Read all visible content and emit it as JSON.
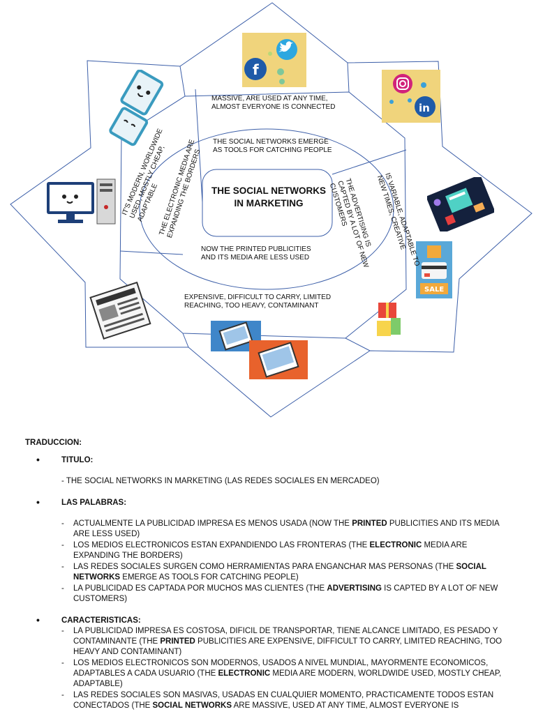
{
  "diagram": {
    "center_title": "THE SOCIAL NETWORKS IN MARKETING",
    "inner": {
      "top": "THE SOCIAL NETWORKS EMERGE AS TOOLS FOR CATCHING PEOPLE",
      "left": "THE ELECTRONIC MEDIA ARE EXPANDING THE BORDERS",
      "right": "THE ADVERTISING IS CAPTED BY A LOT OF NEW CUSTOMERS",
      "bottom": "NOW THE PRINTED PUBLICITIES AND ITS MEDIA ARE LESS USED"
    },
    "outer": {
      "top": "MASSIVE, ARE USED AT ANY TIME, ALMOST EVERYONE IS CONNECTED",
      "left": "IT'S MODERN, WORLDWIDE USED, MOSTLY CHEAP, ADAPTABLE",
      "right": "IS VARIABLE, ADAPTABLE TO NEW TIMES, CREATIVE",
      "bottom": "EXPENSIVE, DIFFICULT TO CARRY, LIMITED REACHING, TOO HEAVY, CONTAMINANT"
    },
    "icons": {
      "facebook_letter": "f",
      "linkedin_text": "in",
      "sale_label": "SALE"
    }
  },
  "doc": {
    "heading": "TRADUCCION:",
    "titulo_label": "TITULO:",
    "titulo_text": "- THE SOCIAL NETWORKS IN MARKETING (LAS REDES SOCIALES EN MERCADEO)",
    "palabras_label": "LAS PALABRAS:",
    "palabras": [
      {
        "pre": "ACTUALMENTE LA PUBLICIDAD IMPRESA ES MENOS USADA (NOW THE ",
        "bold": "PRINTED",
        "post": " PUBLICITIES AND ITS MEDIA ARE LESS USED)"
      },
      {
        "pre": "LOS MEDIOS ELECTRONICOS ESTAN EXPANDIENDO LAS FRONTERAS (THE ",
        "bold": "ELECTRONIC",
        "post": " MEDIA ARE EXPANDING THE BORDERS)"
      },
      {
        "pre": "LAS REDES SOCIALES SURGEN COMO HERRAMIENTAS PARA ENGANCHAR MAS PERSONAS (THE ",
        "bold": "SOCIAL NETWORKS",
        "post": " EMERGE AS TOOLS FOR CATCHING PEOPLE)"
      },
      {
        "pre": "LA PUBLICIDAD ES CAPTADA POR MUCHOS MAS CLIENTES (THE ",
        "bold": "ADVERTISING",
        "post": " IS CAPTED BY A LOT OF NEW CUSTOMERS)"
      }
    ],
    "caracteristicas_label": "CARACTERISTICAS:",
    "caracteristicas": [
      {
        "pre": "LA PUBLICIDAD IMPRESA ES COSTOSA, DIFICIL DE TRANSPORTAR, TIENE ALCANCE LIMITADO, ES PESADO Y CONTAMINANTE (THE ",
        "bold": "PRINTED",
        "post": " PUBLICITIES ARE EXPENSIVE, DIFFICULT TO CARRY, LIMITED REACHING, TOO HEAVY AND CONTAMINANT)"
      },
      {
        "pre": "LOS MEDIOS ELECTRONICOS SON MODERNOS, USADOS A NIVEL MUNDIAL, MAYORMENTE ECONOMICOS, ADAPTABLES A CADA USUARIO (THE ",
        "bold": "ELECTRONIC",
        "post": " MEDIA ARE MODERN, WORLDWIDE USED, MOSTLY CHEAP, ADAPTABLE)"
      },
      {
        "pre": "LAS REDES SOCIALES SON MASIVAS, USADAS EN CUALQUIER MOMENTO, PRACTICAMENTE TODOS ESTAN CONECTADOS (THE ",
        "bold": "SOCIAL NETWORKS",
        "post": " ARE MASSIVE, USED AT ANY TIME, ALMOST EVERYONE IS"
      }
    ]
  }
}
